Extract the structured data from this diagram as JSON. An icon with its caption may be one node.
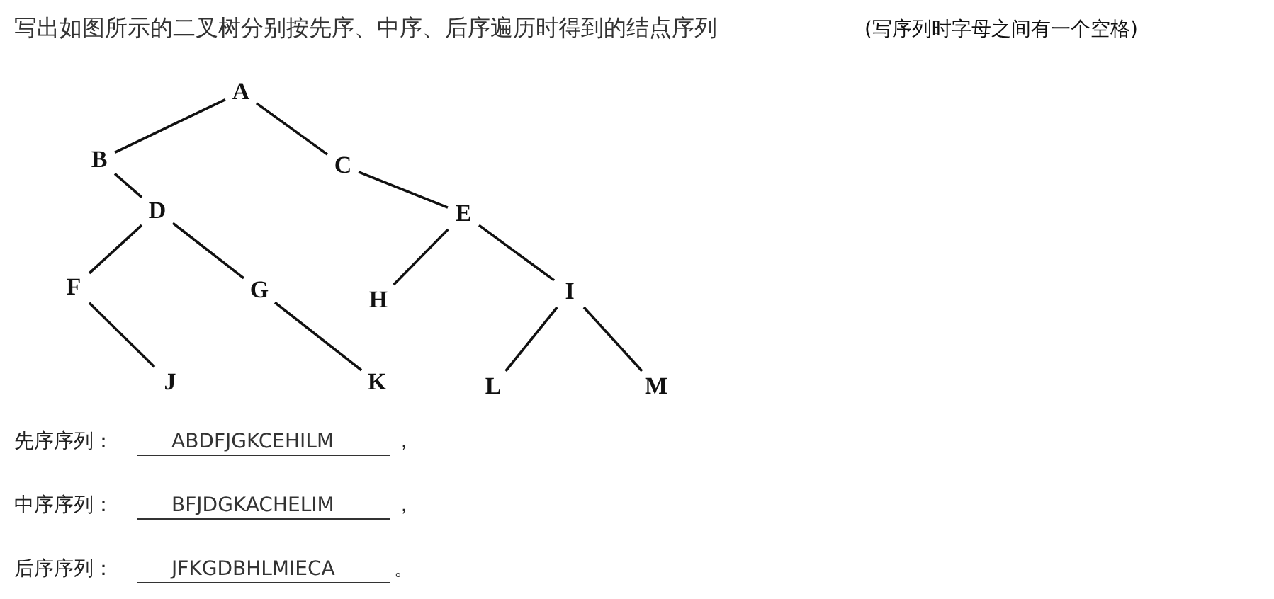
{
  "diagram": {
    "title": "写出如图所示的二叉树分别按先序、中序、后序遍历时得到的结点序列",
    "nodes": [
      {
        "text": [
          "A"
        ]
      },
      {
        "text": [
          "B"
        ]
      },
      {
        "text": [
          "C"
        ]
      },
      {
        "text": [
          "D"
        ]
      },
      {
        "text": [
          "E"
        ]
      },
      {
        "text": [
          "F"
        ]
      },
      {
        "text": [
          "G"
        ]
      },
      {
        "text": [
          "H"
        ]
      },
      {
        "text": [
          "I"
        ]
      },
      {
        "text": [
          "J"
        ]
      },
      {
        "text": [
          "K"
        ]
      },
      {
        "text": [
          "L"
        ]
      },
      {
        "text": [
          "M"
        ]
      }
    ],
    "edges": [
      {
        "from": 0,
        "to": 1,
        "arrow": "none"
      },
      {
        "from": 0,
        "to": 2,
        "arrow": "none"
      },
      {
        "from": 1,
        "to": 3,
        "arrow": "none"
      },
      {
        "from": 2,
        "to": 4,
        "arrow": "none"
      },
      {
        "from": 3,
        "to": 5,
        "arrow": "none"
      },
      {
        "from": 3,
        "to": 6,
        "arrow": "none"
      },
      {
        "from": 4,
        "to": 7,
        "arrow": "none"
      },
      {
        "from": 4,
        "to": 8,
        "arrow": "none"
      },
      {
        "from": 5,
        "to": 9,
        "arrow": "none"
      },
      {
        "from": 6,
        "to": 10,
        "arrow": "none"
      },
      {
        "from": 8,
        "to": 11,
        "arrow": "none"
      },
      {
        "from": 8,
        "to": 12,
        "arrow": "none"
      }
    ],
    "labels": [
      "(写序列时字母之间有一个空格)",
      "先序序列：",
      "ABDFJGKCEHILM",
      "，",
      "中序序列：",
      "BFJDGKACHELIM",
      "，",
      "后序序列：",
      "JFKGDBHLMIECA",
      "。"
    ]
  }
}
